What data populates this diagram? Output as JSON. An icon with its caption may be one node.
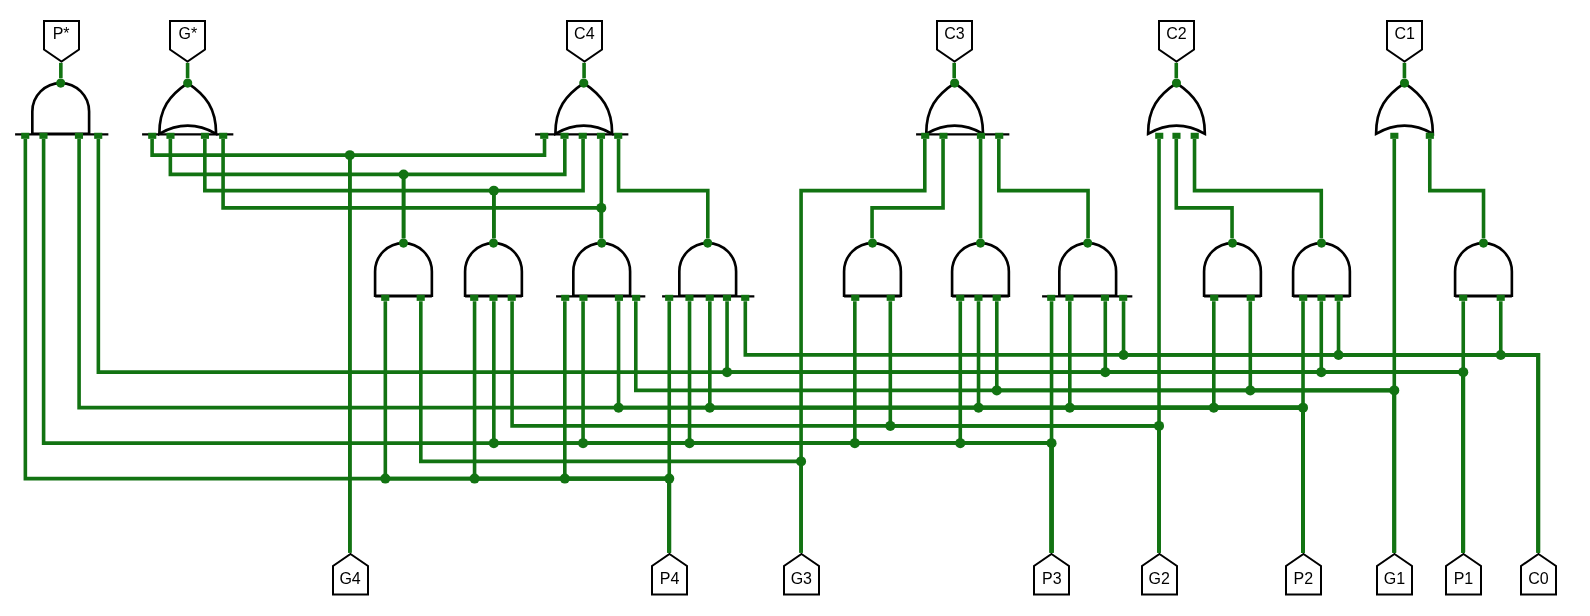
{
  "diagram": {
    "nodes": [
      {
        "text": [
          "P*"
        ]
      },
      {
        "text": [
          "G*"
        ]
      },
      {
        "text": [
          "C4"
        ]
      },
      {
        "text": [
          "C3"
        ]
      },
      {
        "text": [
          "C2"
        ]
      },
      {
        "text": [
          "C1"
        ]
      },
      {
        "text": [],
        "shape": "and-gate"
      },
      {
        "text": [],
        "shape": "or-gate"
      },
      {
        "text": [],
        "shape": "or-gate"
      },
      {
        "text": [],
        "shape": "or-gate"
      },
      {
        "text": [],
        "shape": "or-gate"
      },
      {
        "text": [],
        "shape": "or-gate"
      },
      {
        "text": [],
        "shape": "and-gate"
      },
      {
        "text": [],
        "shape": "and-gate"
      },
      {
        "text": [],
        "shape": "and-gate"
      },
      {
        "text": [],
        "shape": "and-gate"
      },
      {
        "text": [],
        "shape": "and-gate"
      },
      {
        "text": [],
        "shape": "and-gate"
      },
      {
        "text": [],
        "shape": "and-gate"
      },
      {
        "text": [],
        "shape": "and-gate"
      },
      {
        "text": [],
        "shape": "and-gate"
      },
      {
        "text": [],
        "shape": "and-gate"
      },
      {
        "text": [
          "G4"
        ]
      },
      {
        "text": [
          "P4"
        ]
      },
      {
        "text": [
          "G3"
        ]
      },
      {
        "text": [
          "P3"
        ]
      },
      {
        "text": [
          "G2"
        ]
      },
      {
        "text": [
          "P2"
        ]
      },
      {
        "text": [
          "G1"
        ]
      },
      {
        "text": [
          "P1"
        ]
      },
      {
        "text": [
          "C0"
        ]
      }
    ],
    "edges": [
      {
        "from": 23,
        "to": 6,
        "arrow": "none"
      },
      {
        "from": 25,
        "to": 6,
        "arrow": "none"
      },
      {
        "from": 27,
        "to": 6,
        "arrow": "none"
      },
      {
        "from": 29,
        "to": 6,
        "arrow": "none"
      },
      {
        "from": 22,
        "to": 7,
        "arrow": "none"
      },
      {
        "from": 12,
        "to": 7,
        "arrow": "none"
      },
      {
        "from": 13,
        "to": 7,
        "arrow": "none"
      },
      {
        "from": 14,
        "to": 7,
        "arrow": "none"
      },
      {
        "from": 22,
        "to": 8,
        "arrow": "none"
      },
      {
        "from": 12,
        "to": 8,
        "arrow": "none"
      },
      {
        "from": 13,
        "to": 8,
        "arrow": "none"
      },
      {
        "from": 14,
        "to": 8,
        "arrow": "none"
      },
      {
        "from": 15,
        "to": 8,
        "arrow": "none"
      },
      {
        "from": 24,
        "to": 9,
        "arrow": "none"
      },
      {
        "from": 16,
        "to": 9,
        "arrow": "none"
      },
      {
        "from": 17,
        "to": 9,
        "arrow": "none"
      },
      {
        "from": 18,
        "to": 9,
        "arrow": "none"
      },
      {
        "from": 26,
        "to": 10,
        "arrow": "none"
      },
      {
        "from": 19,
        "to": 10,
        "arrow": "none"
      },
      {
        "from": 20,
        "to": 10,
        "arrow": "none"
      },
      {
        "from": 28,
        "to": 11,
        "arrow": "none"
      },
      {
        "from": 21,
        "to": 11,
        "arrow": "none"
      },
      {
        "from": 23,
        "to": 12,
        "arrow": "none"
      },
      {
        "from": 24,
        "to": 12,
        "arrow": "none"
      },
      {
        "from": 23,
        "to": 13,
        "arrow": "none"
      },
      {
        "from": 25,
        "to": 13,
        "arrow": "none"
      },
      {
        "from": 26,
        "to": 13,
        "arrow": "none"
      },
      {
        "from": 23,
        "to": 14,
        "arrow": "none"
      },
      {
        "from": 25,
        "to": 14,
        "arrow": "none"
      },
      {
        "from": 27,
        "to": 14,
        "arrow": "none"
      },
      {
        "from": 28,
        "to": 14,
        "arrow": "none"
      },
      {
        "from": 23,
        "to": 15,
        "arrow": "none"
      },
      {
        "from": 25,
        "to": 15,
        "arrow": "none"
      },
      {
        "from": 27,
        "to": 15,
        "arrow": "none"
      },
      {
        "from": 29,
        "to": 15,
        "arrow": "none"
      },
      {
        "from": 30,
        "to": 15,
        "arrow": "none"
      },
      {
        "from": 25,
        "to": 16,
        "arrow": "none"
      },
      {
        "from": 26,
        "to": 16,
        "arrow": "none"
      },
      {
        "from": 25,
        "to": 17,
        "arrow": "none"
      },
      {
        "from": 27,
        "to": 17,
        "arrow": "none"
      },
      {
        "from": 28,
        "to": 17,
        "arrow": "none"
      },
      {
        "from": 25,
        "to": 18,
        "arrow": "none"
      },
      {
        "from": 27,
        "to": 18,
        "arrow": "none"
      },
      {
        "from": 29,
        "to": 18,
        "arrow": "none"
      },
      {
        "from": 30,
        "to": 18,
        "arrow": "none"
      },
      {
        "from": 27,
        "to": 19,
        "arrow": "none"
      },
      {
        "from": 28,
        "to": 19,
        "arrow": "none"
      },
      {
        "from": 27,
        "to": 20,
        "arrow": "none"
      },
      {
        "from": 29,
        "to": 20,
        "arrow": "none"
      },
      {
        "from": 30,
        "to": 20,
        "arrow": "none"
      },
      {
        "from": 29,
        "to": 21,
        "arrow": "none"
      },
      {
        "from": 30,
        "to": 21,
        "arrow": "none"
      },
      {
        "from": 6,
        "to": 0,
        "arrow": "none"
      },
      {
        "from": 7,
        "to": 1,
        "arrow": "none"
      },
      {
        "from": 8,
        "to": 2,
        "arrow": "none"
      },
      {
        "from": 9,
        "to": 3,
        "arrow": "none"
      },
      {
        "from": 10,
        "to": 4,
        "arrow": "none"
      },
      {
        "from": 11,
        "to": 5,
        "arrow": "none"
      }
    ]
  }
}
